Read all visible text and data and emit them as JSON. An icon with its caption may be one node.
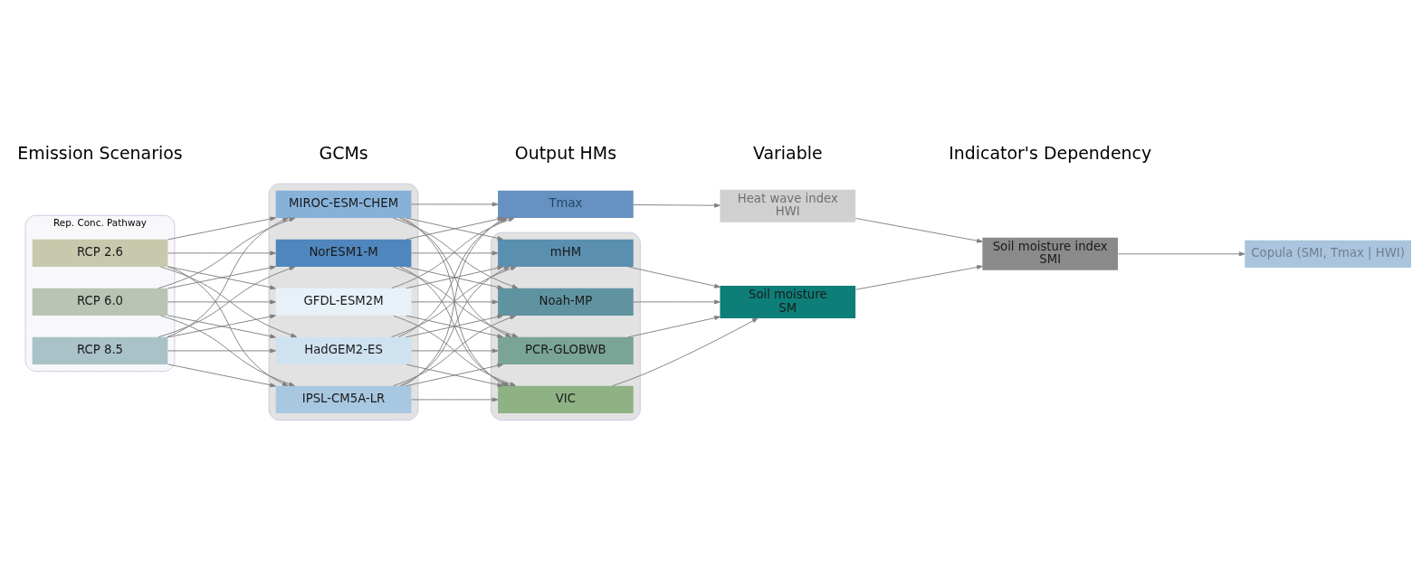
{
  "diagram": {
    "nodes": [
      {
        "text": [
          "Rep. Conc. Pathway"
        ]
      },
      {
        "text": [
          "RCP 2.6"
        ],
        "in": 0
      },
      {
        "text": [
          "RCP 6.0"
        ],
        "in": 0
      },
      {
        "text": [
          "RCP 8.5"
        ],
        "in": 0
      },
      {
        "text": [],
        "shape": "box"
      },
      {
        "text": [
          "GFDL-ESM2M"
        ],
        "in": 4
      },
      {
        "text": [
          "HadGEM2-ES"
        ],
        "in": 4
      },
      {
        "text": [
          "IPSL-CM5A-LR"
        ],
        "in": 4
      },
      {
        "text": [
          "MIROC-ESM-CHEM"
        ],
        "in": 4
      },
      {
        "text": [
          "NorESM1-M"
        ],
        "in": 4
      },
      {
        "text": [
          "Tmax"
        ]
      },
      {
        "text": [],
        "shape": "box"
      },
      {
        "text": [
          "mHM"
        ],
        "in": 11
      },
      {
        "text": [
          "Noah-MP"
        ],
        "in": 11
      },
      {
        "text": [
          "PCR-GLOBWB"
        ],
        "in": 11
      },
      {
        "text": [
          "VIC"
        ],
        "in": 11
      },
      {
        "text": [
          "Soil moisture",
          "SM"
        ]
      },
      {
        "text": [
          "Heat wave index",
          "HWI"
        ]
      },
      {
        "text": [
          "Soil moisture index",
          "SMI"
        ]
      },
      {
        "text": [
          "Copula (SMI, Tmax | HWI)"
        ]
      }
    ],
    "edges": [
      {
        "from": 1,
        "to": 5,
        "arrow": "to"
      },
      {
        "from": 1,
        "to": 6,
        "arrow": "to"
      },
      {
        "from": 1,
        "to": 7,
        "arrow": "to"
      },
      {
        "from": 1,
        "to": 8,
        "arrow": "to"
      },
      {
        "from": 1,
        "to": 9,
        "arrow": "to"
      },
      {
        "from": 2,
        "to": 5,
        "arrow": "to"
      },
      {
        "from": 2,
        "to": 6,
        "arrow": "to"
      },
      {
        "from": 2,
        "to": 7,
        "arrow": "to"
      },
      {
        "from": 2,
        "to": 8,
        "arrow": "to"
      },
      {
        "from": 2,
        "to": 9,
        "arrow": "to"
      },
      {
        "from": 3,
        "to": 5,
        "arrow": "to"
      },
      {
        "from": 3,
        "to": 6,
        "arrow": "to"
      },
      {
        "from": 3,
        "to": 7,
        "arrow": "to"
      },
      {
        "from": 3,
        "to": 8,
        "arrow": "to"
      },
      {
        "from": 3,
        "to": 9,
        "arrow": "to"
      },
      {
        "from": 5,
        "to": 10,
        "arrow": "to"
      },
      {
        "from": 5,
        "to": 12,
        "arrow": "to"
      },
      {
        "from": 5,
        "to": 13,
        "arrow": "to"
      },
      {
        "from": 5,
        "to": 14,
        "arrow": "to"
      },
      {
        "from": 5,
        "to": 15,
        "arrow": "to"
      },
      {
        "from": 6,
        "to": 10,
        "arrow": "to"
      },
      {
        "from": 6,
        "to": 12,
        "arrow": "to"
      },
      {
        "from": 6,
        "to": 13,
        "arrow": "to"
      },
      {
        "from": 6,
        "to": 14,
        "arrow": "to"
      },
      {
        "from": 6,
        "to": 15,
        "arrow": "to"
      },
      {
        "from": 7,
        "to": 10,
        "arrow": "to"
      },
      {
        "from": 7,
        "to": 12,
        "arrow": "to"
      },
      {
        "from": 7,
        "to": 13,
        "arrow": "to"
      },
      {
        "from": 7,
        "to": 14,
        "arrow": "to"
      },
      {
        "from": 7,
        "to": 15,
        "arrow": "to"
      },
      {
        "from": 8,
        "to": 10,
        "arrow": "to"
      },
      {
        "from": 8,
        "to": 12,
        "arrow": "to"
      },
      {
        "from": 8,
        "to": 13,
        "arrow": "to"
      },
      {
        "from": 8,
        "to": 14,
        "arrow": "to"
      },
      {
        "from": 8,
        "to": 15,
        "arrow": "to"
      },
      {
        "from": 9,
        "to": 10,
        "arrow": "to"
      },
      {
        "from": 9,
        "to": 12,
        "arrow": "to"
      },
      {
        "from": 9,
        "to": 13,
        "arrow": "to"
      },
      {
        "from": 9,
        "to": 14,
        "arrow": "to"
      },
      {
        "from": 9,
        "to": 15,
        "arrow": "to"
      },
      {
        "from": 12,
        "to": 16,
        "arrow": "to"
      },
      {
        "from": 13,
        "to": 16,
        "arrow": "to"
      },
      {
        "from": 14,
        "to": 16,
        "arrow": "to"
      },
      {
        "from": 15,
        "to": 16,
        "arrow": "to"
      },
      {
        "from": 10,
        "to": 17,
        "arrow": "to"
      },
      {
        "from": 16,
        "to": 18,
        "arrow": "to"
      },
      {
        "from": 17,
        "to": 18,
        "arrow": "to"
      },
      {
        "from": 18,
        "to": 19,
        "arrow": "to"
      }
    ],
    "labels": [
      "Emission Scenarios",
      "GCMs",
      "Output HMs",
      "Variable",
      "Indicator's Dependency"
    ]
  }
}
